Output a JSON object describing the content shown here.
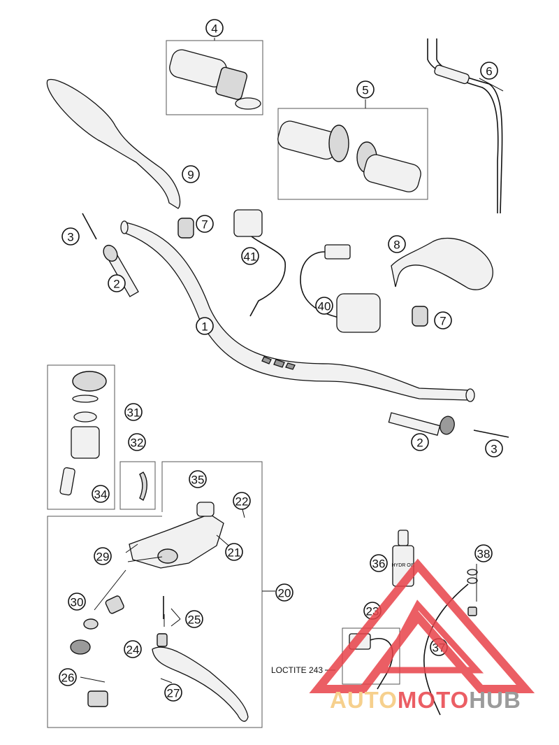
{
  "callouts": [
    {
      "label": "1"
    },
    {
      "label": "2"
    },
    {
      "label": "2"
    },
    {
      "label": "3"
    },
    {
      "label": "3"
    },
    {
      "label": "4"
    },
    {
      "label": "5"
    },
    {
      "label": "6"
    },
    {
      "label": "7"
    },
    {
      "label": "7"
    },
    {
      "label": "8"
    },
    {
      "label": "9"
    },
    {
      "label": "20"
    },
    {
      "label": "21"
    },
    {
      "label": "22"
    },
    {
      "label": "23"
    },
    {
      "label": "24"
    },
    {
      "label": "25"
    },
    {
      "label": "26"
    },
    {
      "label": "27"
    },
    {
      "label": "29"
    },
    {
      "label": "30"
    },
    {
      "label": "31"
    },
    {
      "label": "32"
    },
    {
      "label": "34"
    },
    {
      "label": "35"
    },
    {
      "label": "36"
    },
    {
      "label": "37"
    },
    {
      "label": "38"
    },
    {
      "label": "40"
    },
    {
      "label": "41"
    }
  ],
  "annotations": {
    "loctite": "LOCTITE 243",
    "bottle_text": "HYDR OIL"
  },
  "watermark": {
    "part1": "AUTO",
    "part2": "MOTO",
    "part3": "HUB",
    "color_orange": "#f5c87a",
    "color_red": "#e8434a",
    "color_gray": "#8a8a8a"
  }
}
